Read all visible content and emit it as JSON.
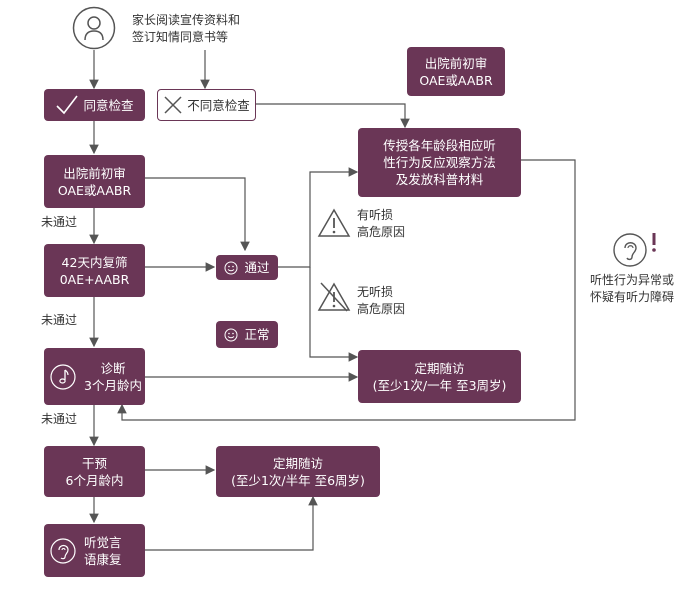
{
  "top": {
    "parent_text": "家长阅读宣传资料和\n签订知情同意书等"
  },
  "consent": {
    "label": "同意检查",
    "icon": "check-icon"
  },
  "refuse": {
    "label": "不同意检查",
    "icon": "cross-icon"
  },
  "screen_before_discharge_left": "出院前初审\nOAE或AABR",
  "screen_before_discharge_right": "出院前初审\nOAE或AABR",
  "teach": "传授各年龄段相应听\n性行为反应观察方法\n及发放科普材料",
  "not_passed_1": "未通过",
  "recheck_42": "42天内复筛\n0AE+AABR",
  "passed": {
    "label": "通过",
    "icon": "smile-icon"
  },
  "normal": {
    "label": "正常",
    "icon": "smile-icon"
  },
  "risk_yes": "有听损\n高危原因",
  "risk_no": "无听损\n高危原因",
  "not_passed_2": "未通过",
  "diagnosis": {
    "label": "诊断\n3个月龄内",
    "icon": "music-note-icon"
  },
  "follow_up_1": "定期随访\n(至少1次/一年 至3周岁)",
  "not_passed_3": "未通过",
  "intervention": "干预\n6个月龄内",
  "follow_up_2": "定期随访\n(至少1次/半年 至6周岁)",
  "rehab": {
    "label": "听觉言\n语康复",
    "icon": "ear-icon"
  },
  "abnormal_hearing": "听性行为异常或\n怀疑有听力障碍",
  "colors": {
    "accent": "#6a3656",
    "line": "#555555"
  }
}
